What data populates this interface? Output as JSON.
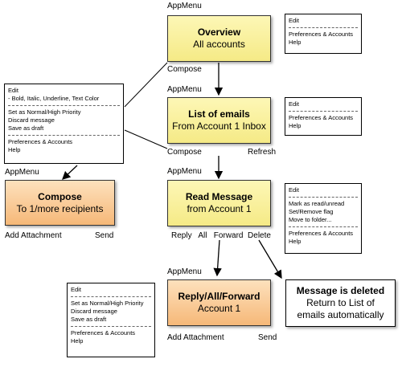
{
  "nodes": {
    "overview": {
      "title": "Overview",
      "subtitle": "All accounts"
    },
    "list": {
      "title": "List of emails",
      "subtitle": "From Account 1 Inbox"
    },
    "read": {
      "title": "Read Message",
      "subtitle": "from Account 1"
    },
    "compose": {
      "title": "Compose",
      "subtitle": "To 1/more recipients"
    },
    "reply": {
      "title": "Reply/All/Forward",
      "subtitle": "Account 1"
    },
    "deleted": {
      "title": "Message is deleted",
      "subtitle": "Return to List of emails automatically"
    }
  },
  "labels": {
    "appmenu": "AppMenu",
    "compose": "Compose",
    "refresh": "Refresh",
    "add_attachment": "Add Attachment",
    "send": "Send",
    "reply_actions": "Reply   All   Forward  Delete"
  },
  "menus": {
    "overview": [
      "Edit",
      "---",
      "Preferences & Accounts",
      "Help"
    ],
    "list": [
      "Edit",
      "---",
      "Preferences & Accounts",
      "Help"
    ],
    "read": [
      "Edit",
      "---",
      "Mark as read/unread",
      "Set/Remove flag",
      "Move to folder...",
      "---",
      "Preferences & Accounts",
      "Help"
    ],
    "compose": [
      "Edit",
      " - Bold, Italic, Underline, Text Color",
      "---",
      "Set as Normal/High Priority",
      "Discard message",
      "Save as draft",
      "---",
      "Preferences & Accounts",
      "Help"
    ],
    "reply": [
      "Edit",
      "---",
      "Set as Normal/High Priority",
      "Discard message",
      "Save as draft",
      "---",
      "Preferences & Accounts",
      "Help"
    ]
  },
  "colors": {
    "yellow_node": "#f5ea86",
    "orange_node": "#f6b878",
    "line": "#000000"
  }
}
